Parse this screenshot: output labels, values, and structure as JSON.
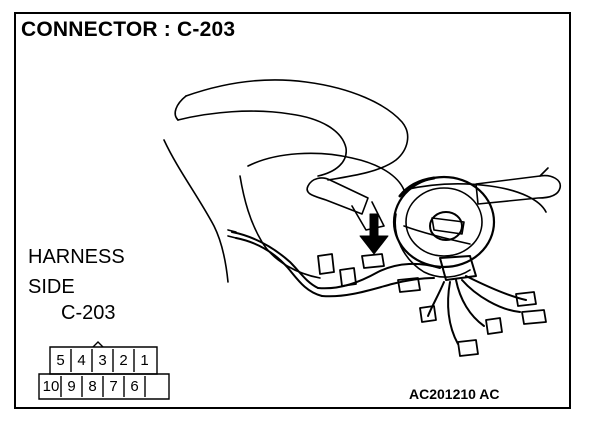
{
  "title": "CONNECTOR : C-203",
  "harness_label_line1": "HARNESS",
  "harness_label_line2": "SIDE",
  "harness_connector_code": "C-203",
  "figure_id": "AC201210 AC",
  "connector_pins": {
    "top_row": [
      "5",
      "4",
      "3",
      "2",
      "1"
    ],
    "bottom_row": [
      "10",
      "9",
      "8",
      "7",
      "6"
    ]
  }
}
